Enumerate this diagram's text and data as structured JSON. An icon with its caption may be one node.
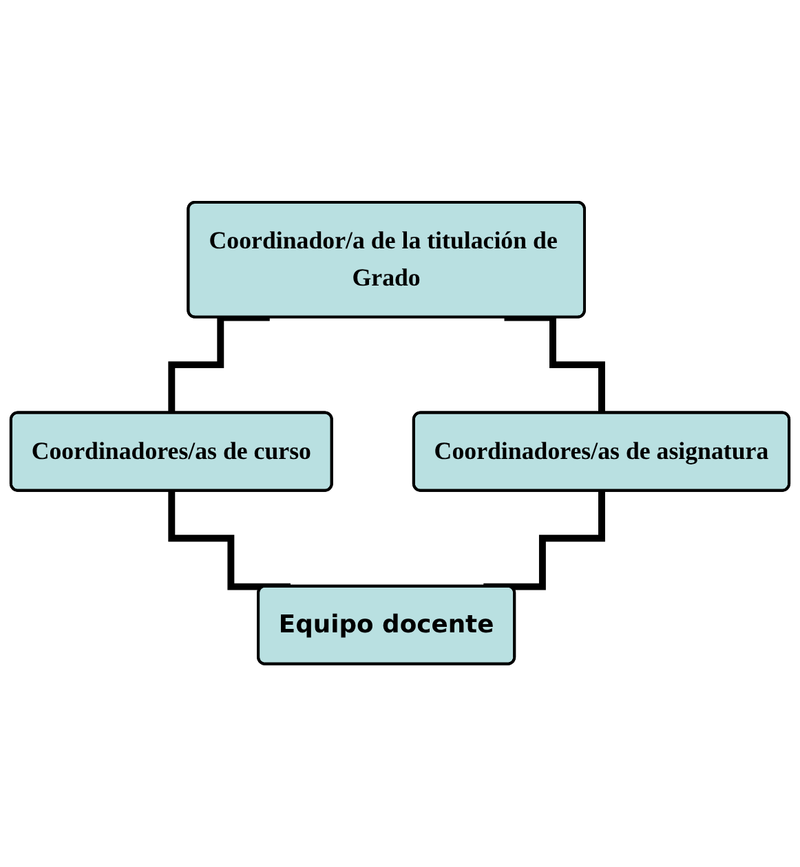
{
  "diagram": {
    "nodes": [
      {
        "text": [
          "Coordinador/a de la titulación de Grado"
        ]
      },
      {
        "text": [
          "Coordinadores/as de curso"
        ]
      },
      {
        "text": [
          "Coordinadores/as de asignatura"
        ]
      },
      {
        "text": [
          "Equipo docente"
        ]
      }
    ],
    "edges": [
      {
        "from": 0,
        "to": 1,
        "arrow": "none"
      },
      {
        "from": 0,
        "to": 2,
        "arrow": "none"
      },
      {
        "from": 1,
        "to": 3,
        "arrow": "none"
      },
      {
        "from": 2,
        "to": 3,
        "arrow": "none"
      }
    ]
  }
}
